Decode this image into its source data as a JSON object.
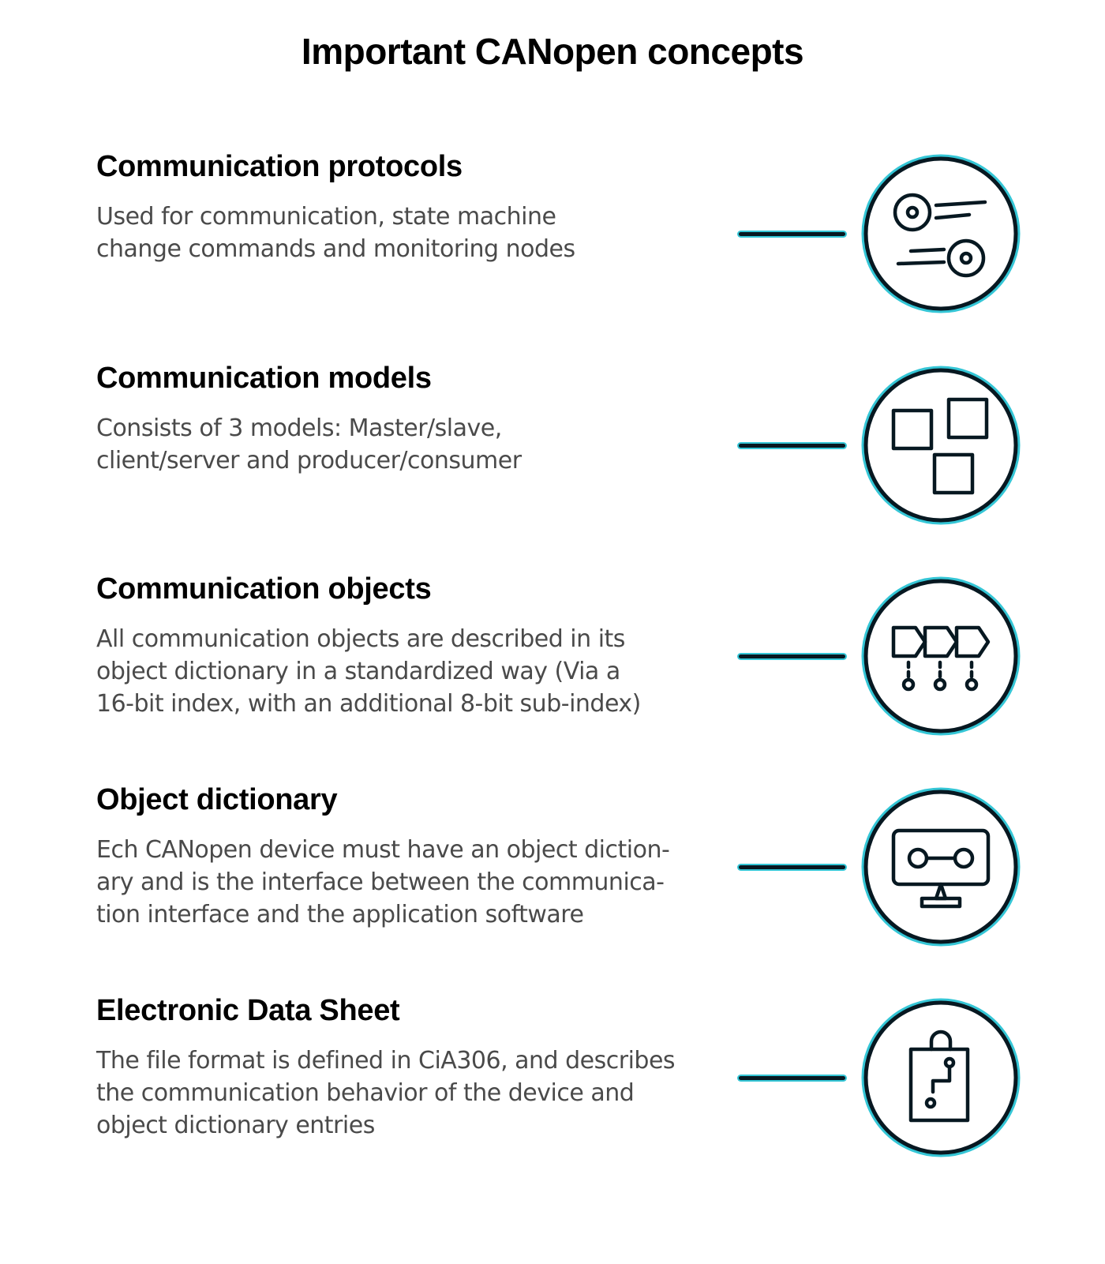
{
  "title": "Important CANopen concepts",
  "colors": {
    "accent": "#35c6d6",
    "icon_stroke": "#071821",
    "heading": "#000000",
    "body_text": "#4a4a4a"
  },
  "concepts": [
    {
      "title": "Communication protocols",
      "lines": [
        "Used for communication, state machine",
        "change commands and monitoring nodes"
      ],
      "icon": "protocols-icon"
    },
    {
      "title": "Communication models",
      "lines": [
        "Consists of 3 models: Master/slave,",
        "client/server and producer/consumer"
      ],
      "icon": "models-icon"
    },
    {
      "title": "Communication objects",
      "lines": [
        "All communication objects are described in its",
        "object dictionary in a standardized way (Via a",
        "16-bit index, with an additional 8-bit sub-index)"
      ],
      "icon": "objects-icon"
    },
    {
      "title": "Object dictionary",
      "lines": [
        "Ech CANopen device must have an object diction-",
        "ary and is the interface between the communica-",
        "tion interface and the application software"
      ],
      "icon": "dictionary-icon"
    },
    {
      "title": "Electronic Data Sheet",
      "lines": [
        "The file format is defined in CiA306, and describes",
        "the communication behavior of the device and",
        "object dictionary entries"
      ],
      "icon": "data-sheet-icon"
    }
  ]
}
